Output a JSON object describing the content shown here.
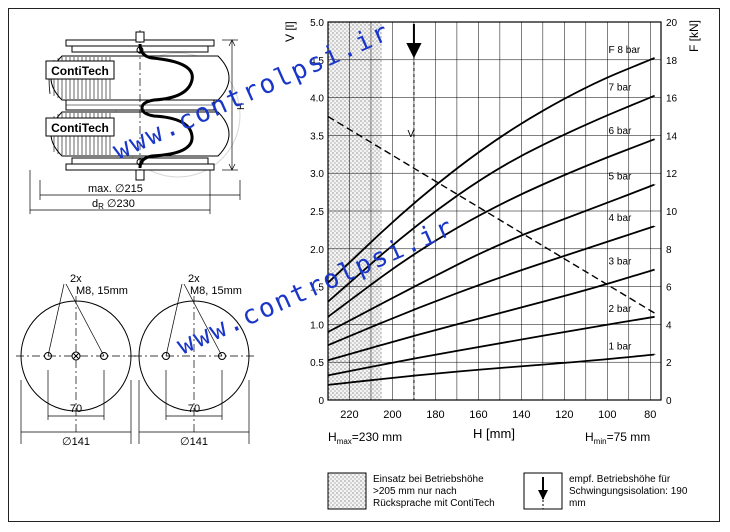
{
  "drawing": {
    "brand": "ContiTech",
    "max_dia_label": "max. ∅215",
    "dr_sym": "d",
    "dr_sub": "R",
    "dr_val": "∅230",
    "height_label": "H",
    "bolt_label_1": "2x",
    "bolt_label_2": "M8, 15mm",
    "pitch_label": "70",
    "plate_dia_label": "∅141"
  },
  "chart_data": {
    "type": "line",
    "xlabel": "H [mm]",
    "ylabel_left": "V [l]",
    "ylabel_right": "F [kN]",
    "x_reversed": true,
    "xlim": [
      75,
      230
    ],
    "ylim_left": [
      0,
      5
    ],
    "ylim_right": [
      0,
      20
    ],
    "x_ticks": [
      "220",
      "200",
      "180",
      "160",
      "140",
      "120",
      "100",
      "80"
    ],
    "y_ticks_left": [
      "0",
      "0.5",
      "1.0",
      "1.5",
      "2.0",
      "2.5",
      "3.0",
      "3.5",
      "4.0",
      "4.5",
      "5.0"
    ],
    "y_ticks_right": [
      "0",
      "2",
      "4",
      "6",
      "8",
      "10",
      "12",
      "14",
      "16",
      "18",
      "20"
    ],
    "hmax_label": {
      "prefix": "H",
      "sub": "max",
      "value": "=230 mm"
    },
    "hmin_label": {
      "prefix": "H",
      "sub": "min",
      "value": "=75 mm"
    },
    "shaded_region": [
      205,
      230
    ],
    "recommended_height": 190,
    "series": [
      {
        "name": "1 bar",
        "x": [
          230,
          190,
          150,
          110,
          78
        ],
        "force_kN": [
          0.8,
          1.3,
          1.7,
          2.05,
          2.4
        ]
      },
      {
        "name": "2 bar",
        "x": [
          230,
          190,
          150,
          110,
          78
        ],
        "force_kN": [
          1.3,
          2.2,
          3.0,
          3.8,
          4.4
        ]
      },
      {
        "name": "3 bar",
        "x": [
          230,
          190,
          150,
          110,
          78
        ],
        "force_kN": [
          2.1,
          3.4,
          4.6,
          5.8,
          6.9
        ]
      },
      {
        "name": "4 bar",
        "x": [
          230,
          190,
          150,
          110,
          78
        ],
        "force_kN": [
          2.9,
          4.8,
          6.5,
          8.0,
          9.2
        ]
      },
      {
        "name": "5 bar",
        "x": [
          230,
          190,
          150,
          110,
          78
        ],
        "force_kN": [
          3.6,
          6.0,
          8.3,
          10.0,
          11.4
        ]
      },
      {
        "name": "6 bar",
        "x": [
          230,
          190,
          150,
          110,
          78
        ],
        "force_kN": [
          4.4,
          7.8,
          10.4,
          12.4,
          13.8
        ]
      },
      {
        "name": "7 bar",
        "x": [
          230,
          190,
          150,
          110,
          78
        ],
        "force_kN": [
          5.2,
          9.2,
          12.4,
          14.6,
          16.1
        ]
      },
      {
        "name": "F 8 bar",
        "x": [
          230,
          190,
          150,
          110,
          78
        ],
        "force_kN": [
          6.2,
          10.5,
          14.0,
          16.6,
          18.1
        ]
      }
    ],
    "volume": {
      "name": "V",
      "x": [
        230,
        78
      ],
      "v_l": [
        3.75,
        1.15
      ]
    }
  },
  "legend": {
    "shaded_text_1": "Einsatz bei Betriebshöhe",
    "shaded_text_2": ">205 mm nur nach",
    "shaded_text_3": "Rücksprache mit ContiTech",
    "arrow_text_1": "empf. Betriebshöhe für",
    "arrow_text_2": "Schwingungsisolation: 190",
    "arrow_text_3": "mm"
  },
  "watermarks": [
    "www.controlpsi.ir",
    "www.controlpsi.ir"
  ],
  "colors": {
    "watermark": "#1a36c8",
    "shade": "#c8c8c8"
  }
}
